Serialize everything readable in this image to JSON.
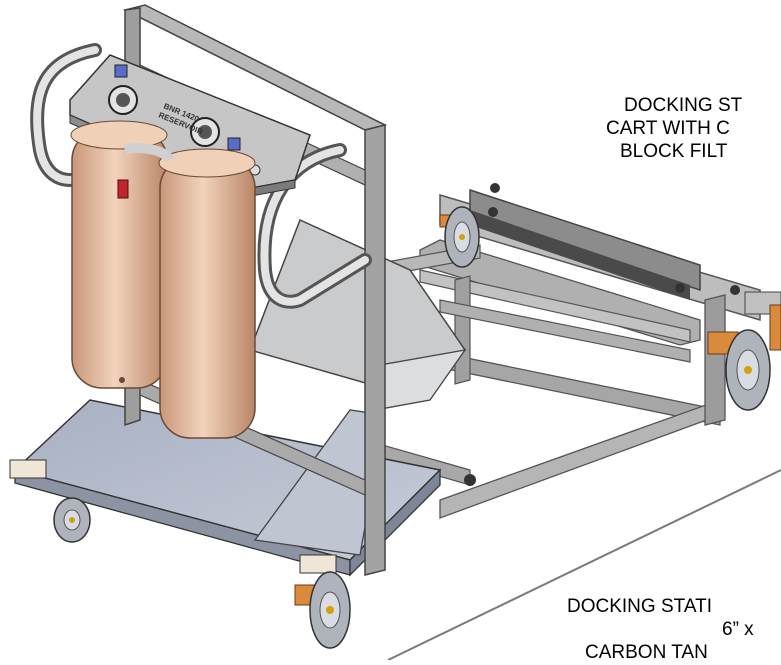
{
  "labels": {
    "top": [
      "DOCKING ST",
      "CART WITH C",
      "BLOCK FILT"
    ],
    "bottom": [
      "DOCKING STATI",
      "6” x",
      "CARBON TAN"
    ]
  },
  "panel": {
    "title_line_1": "BNR 1420",
    "title_line_2": "RESERVOIR"
  },
  "colors": {
    "frame": "#a9a9a9",
    "frame_dark": "#6e6e6e",
    "deck": "#b4bccb",
    "filter_housing": "#e8c4a8",
    "filter_shade": "#c89a7a",
    "wheel": "#9aa0aa",
    "caster_brake": "#d98a3c",
    "valve_blue": "#5b6cc8",
    "valve_red": "#c0262d"
  }
}
